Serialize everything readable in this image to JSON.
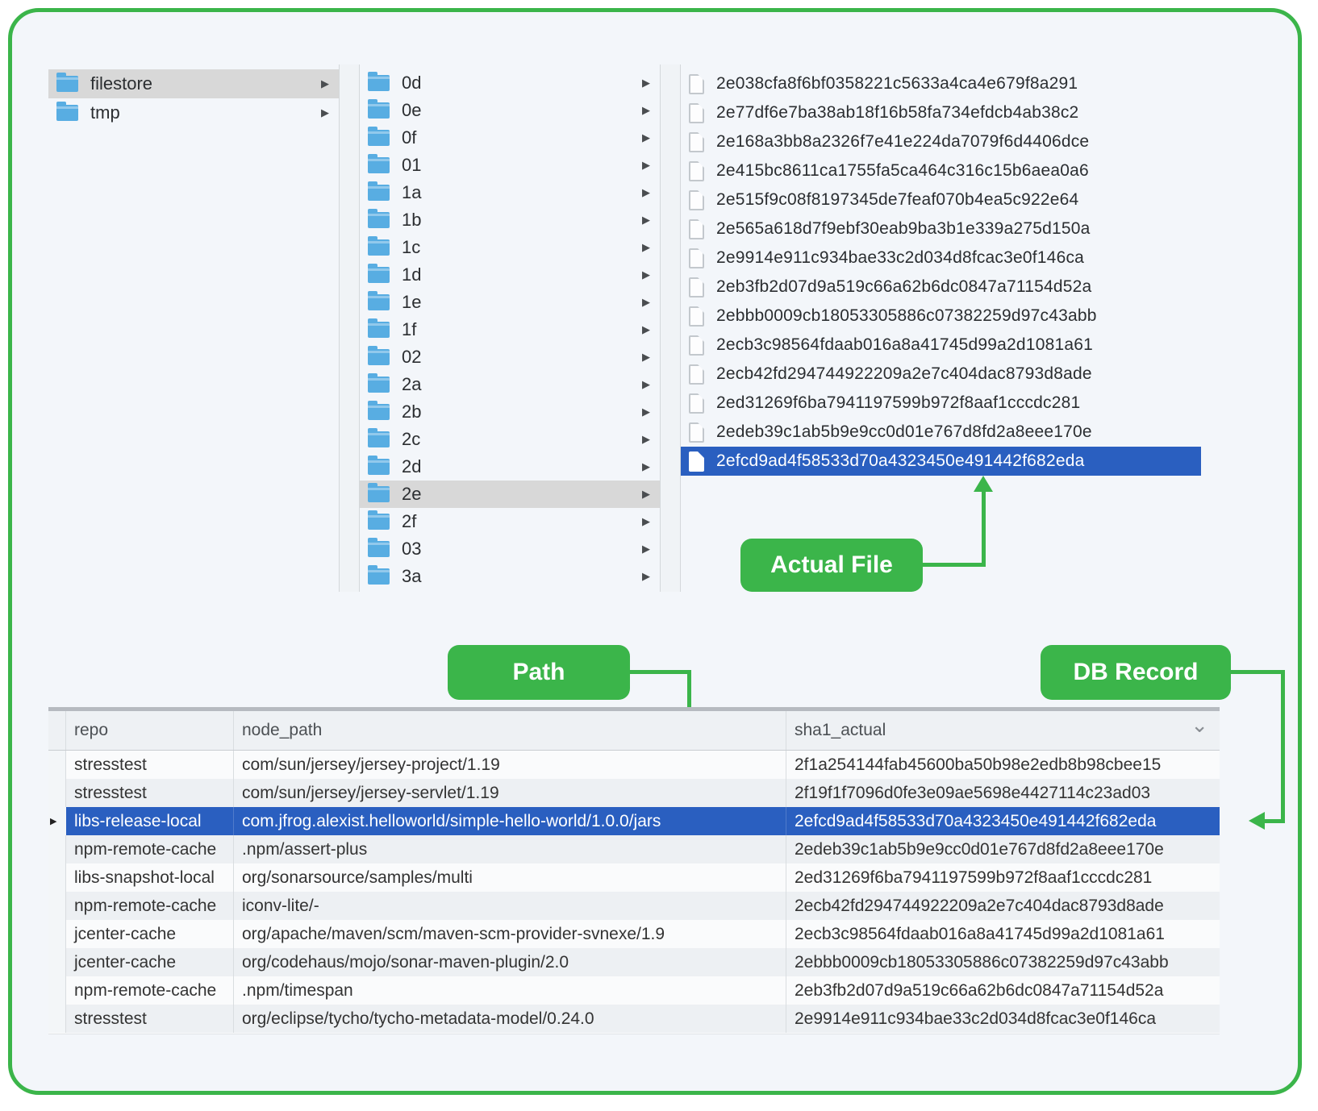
{
  "colors": {
    "accent_green": "#3bb54a",
    "selection_blue": "#2a5fc0",
    "folder_blue": "#58ade2",
    "column_highlight": "#d8d8d8"
  },
  "icons": {
    "disclosure_glyph": "▶",
    "chevron_down_glyph": "⌄",
    "row_marker_glyph": "▶",
    "folder": "folder-icon",
    "file": "file-icon"
  },
  "callouts": {
    "actual_file": "Actual File",
    "path": "Path",
    "db_record": "DB Record"
  },
  "browser": {
    "roots": [
      {
        "label": "filestore",
        "selected": true
      },
      {
        "label": "tmp",
        "selected": false
      }
    ],
    "shards": [
      {
        "label": "0d"
      },
      {
        "label": "0e"
      },
      {
        "label": "0f"
      },
      {
        "label": "01"
      },
      {
        "label": "1a"
      },
      {
        "label": "1b"
      },
      {
        "label": "1c"
      },
      {
        "label": "1d"
      },
      {
        "label": "1e"
      },
      {
        "label": "1f"
      },
      {
        "label": "02"
      },
      {
        "label": "2a"
      },
      {
        "label": "2b"
      },
      {
        "label": "2c"
      },
      {
        "label": "2d"
      },
      {
        "label": "2e",
        "selected": true
      },
      {
        "label": "2f"
      },
      {
        "label": "03"
      },
      {
        "label": "3a"
      }
    ],
    "files": [
      {
        "label": "2e038cfa8f6bf0358221c5633a4ca4e679f8a291"
      },
      {
        "label": "2e77df6e7ba38ab18f16b58fa734efdcb4ab38c2"
      },
      {
        "label": "2e168a3bb8a2326f7e41e224da7079f6d4406dce"
      },
      {
        "label": "2e415bc8611ca1755fa5ca464c316c15b6aea0a6"
      },
      {
        "label": "2e515f9c08f8197345de7feaf070b4ea5c922e64"
      },
      {
        "label": "2e565a618d7f9ebf30eab9ba3b1e339a275d150a"
      },
      {
        "label": "2e9914e911c934bae33c2d034d8fcac3e0f146ca"
      },
      {
        "label": "2eb3fb2d07d9a519c66a62b6dc0847a71154d52a"
      },
      {
        "label": "2ebbb0009cb18053305886c07382259d97c43abb"
      },
      {
        "label": "2ecb3c98564fdaab016a8a41745d99a2d1081a61"
      },
      {
        "label": "2ecb42fd294744922209a2e7c404dac8793d8ade"
      },
      {
        "label": "2ed31269f6ba7941197599b972f8aaf1cccdc281"
      },
      {
        "label": "2edeb39c1ab5b9e9cc0d01e767d8fd2a8eee170e"
      },
      {
        "label": "2efcd9ad4f58533d70a4323450e491442f682eda",
        "selected": true
      }
    ]
  },
  "table": {
    "columns": [
      "repo",
      "node_path",
      "sha1_actual"
    ],
    "rows": [
      {
        "repo": "stresstest",
        "node_path": "com/sun/jersey/jersey-project/1.19",
        "sha1_actual": "2f1a254144fab45600ba50b98e2edb8b98cbee15",
        "selected": false
      },
      {
        "repo": "stresstest",
        "node_path": "com/sun/jersey/jersey-servlet/1.19",
        "sha1_actual": "2f19f1f7096d0fe3e09ae5698e4427114c23ad03",
        "selected": false
      },
      {
        "repo": "libs-release-local",
        "node_path": "com.jfrog.alexist.helloworld/simple-hello-world/1.0.0/jars",
        "sha1_actual": "2efcd9ad4f58533d70a4323450e491442f682eda",
        "selected": true
      },
      {
        "repo": "npm-remote-cache",
        "node_path": ".npm/assert-plus",
        "sha1_actual": "2edeb39c1ab5b9e9cc0d01e767d8fd2a8eee170e",
        "selected": false
      },
      {
        "repo": "libs-snapshot-local",
        "node_path": "org/sonarsource/samples/multi",
        "sha1_actual": "2ed31269f6ba7941197599b972f8aaf1cccdc281",
        "selected": false
      },
      {
        "repo": "npm-remote-cache",
        "node_path": "iconv-lite/-",
        "sha1_actual": "2ecb42fd294744922209a2e7c404dac8793d8ade",
        "selected": false
      },
      {
        "repo": "jcenter-cache",
        "node_path": "org/apache/maven/scm/maven-scm-provider-svnexe/1.9",
        "sha1_actual": "2ecb3c98564fdaab016a8a41745d99a2d1081a61",
        "selected": false
      },
      {
        "repo": "jcenter-cache",
        "node_path": "org/codehaus/mojo/sonar-maven-plugin/2.0",
        "sha1_actual": "2ebbb0009cb18053305886c07382259d97c43abb",
        "selected": false
      },
      {
        "repo": "npm-remote-cache",
        "node_path": ".npm/timespan",
        "sha1_actual": "2eb3fb2d07d9a519c66a62b6dc0847a71154d52a",
        "selected": false
      },
      {
        "repo": "stresstest",
        "node_path": "org/eclipse/tycho/tycho-metadata-model/0.24.0",
        "sha1_actual": "2e9914e911c934bae33c2d034d8fcac3e0f146ca",
        "selected": false
      }
    ]
  }
}
